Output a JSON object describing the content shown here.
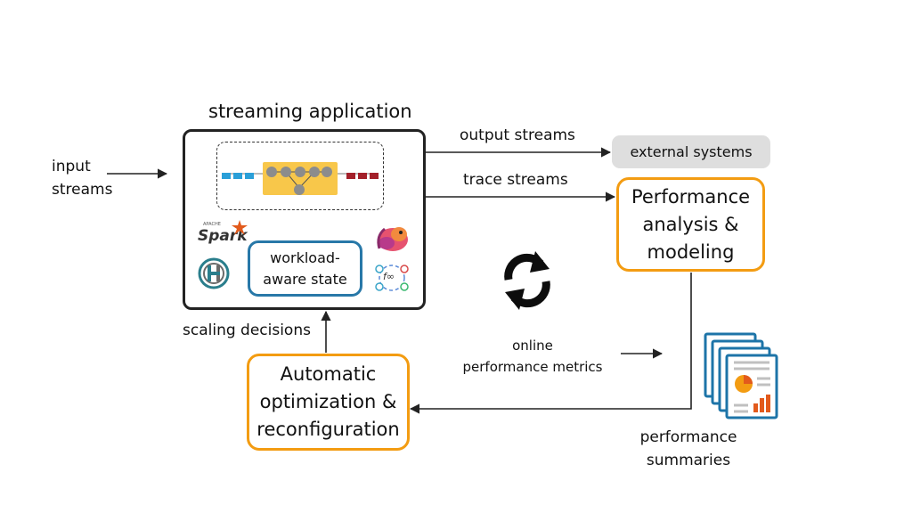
{
  "labels": {
    "title": "streaming application",
    "input": "input\nstreams",
    "output_streams": "output streams",
    "trace_streams": "trace streams",
    "scaling_decisions": "scaling decisions",
    "online_metrics": "online\nperformance metrics",
    "summaries": "performance\nsummaries"
  },
  "boxes": {
    "external": "external systems",
    "analysis": "Performance\nanalysis &\nmodeling",
    "optimization": "Automatic\noptimization &\nreconfiguration",
    "state": "workload-\naware state"
  },
  "logos": {
    "spark_small": "APACHE",
    "spark": "Spark",
    "heron": "H",
    "timely": "f∞"
  },
  "colors": {
    "orange": "#f39c12",
    "blue": "#2878a8",
    "queue_blue": "#2a9fd8",
    "queue_red": "#a3202a",
    "operator_yellow": "#f8c74a",
    "node_gray": "#8c8c8c"
  },
  "icons": [
    "refresh-cycle-icon",
    "report-stack-icon"
  ]
}
